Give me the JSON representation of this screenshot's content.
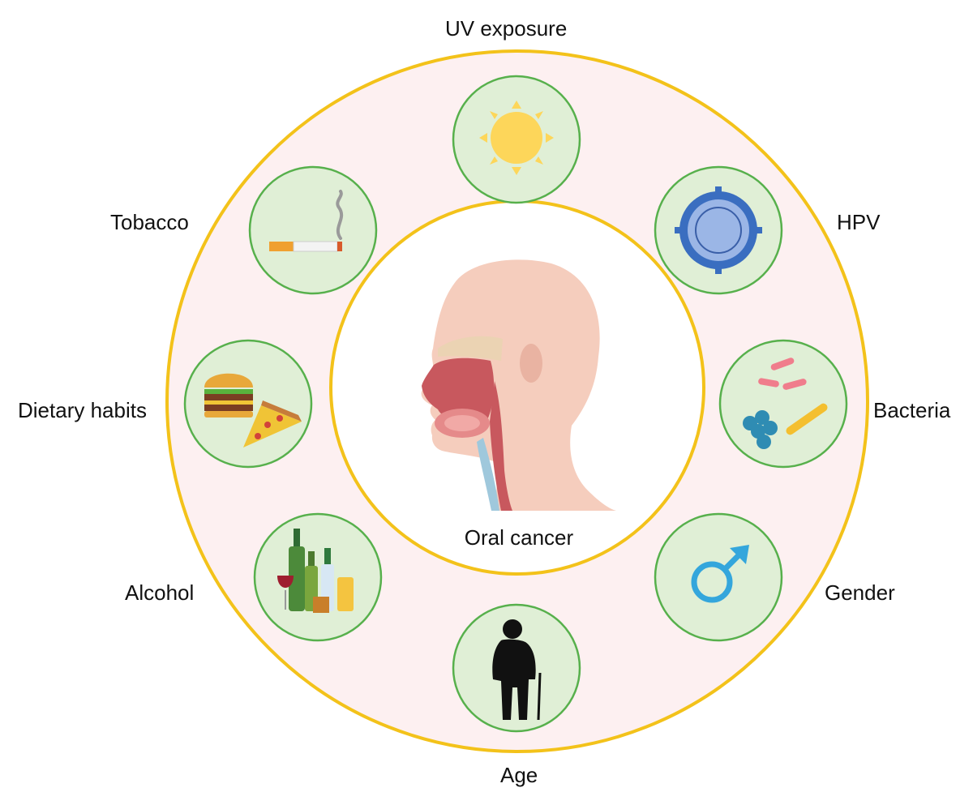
{
  "center": {
    "label": "Oral cancer",
    "icon": "head-anatomy-icon"
  },
  "factors": [
    {
      "key": "uv",
      "label": "UV exposure",
      "icon": "sun-icon"
    },
    {
      "key": "hpv",
      "label": "HPV",
      "icon": "virus-icon"
    },
    {
      "key": "bacteria",
      "label": "Bacteria",
      "icon": "bacteria-icon"
    },
    {
      "key": "gender",
      "label": "Gender",
      "icon": "male-symbol-icon"
    },
    {
      "key": "age",
      "label": "Age",
      "icon": "elderly-person-icon"
    },
    {
      "key": "alcohol",
      "label": "Alcohol",
      "icon": "alcohol-bottles-icon"
    },
    {
      "key": "diet",
      "label": "Dietary habits",
      "icon": "burger-pizza-icon"
    },
    {
      "key": "tobacco",
      "label": "Tobacco",
      "icon": "cigarette-icon"
    }
  ],
  "colors": {
    "ring_fill": "#fdf0f1",
    "ring_border": "#f3c21a",
    "factor_fill": "#e0efd6",
    "factor_border": "#57b04c",
    "center_fill": "#ffffff"
  }
}
